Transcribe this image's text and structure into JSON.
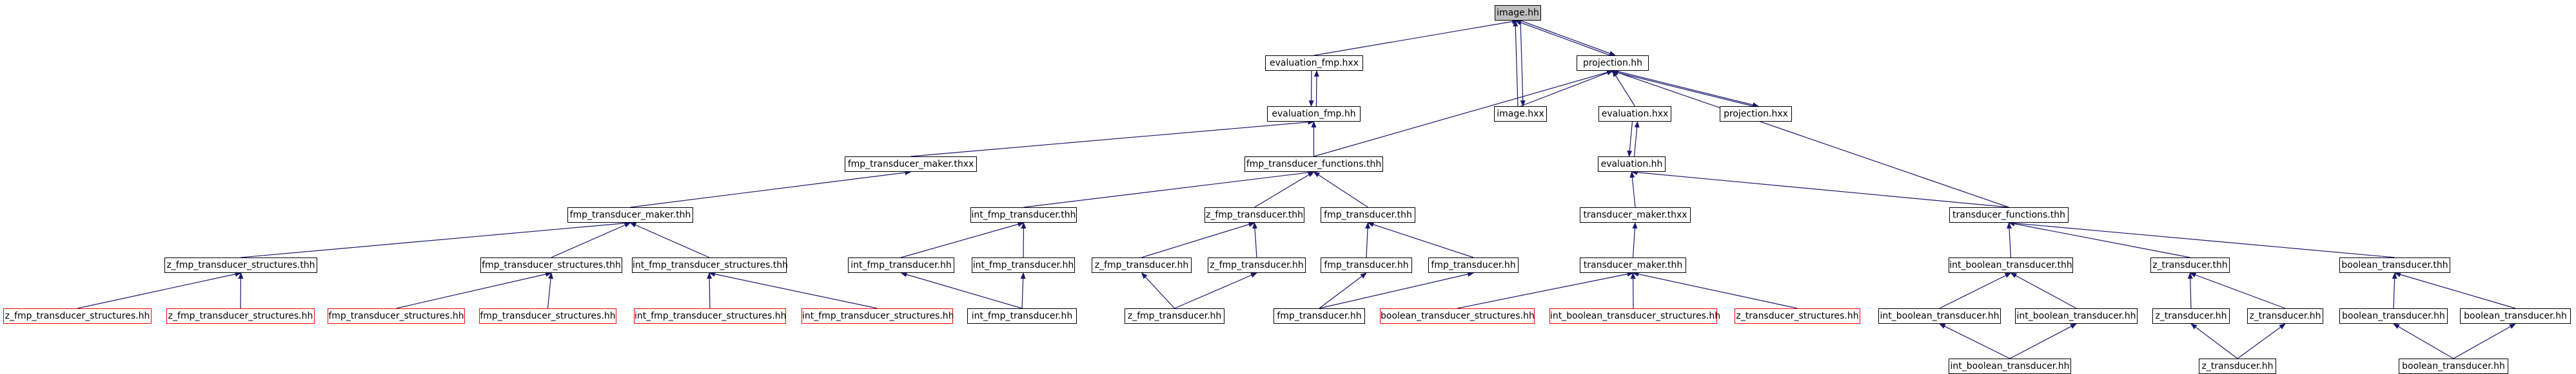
{
  "nodes": [
    {
      "id": "image_hh",
      "label": "image.hh",
      "highlight": true
    },
    {
      "id": "evaluation_fmp_hxx",
      "label": "evaluation_fmp.hxx"
    },
    {
      "id": "projection_hh",
      "label": "projection.hh"
    },
    {
      "id": "evaluation_fmp_hh",
      "label": "evaluation_fmp.hh"
    },
    {
      "id": "image_hxx",
      "label": "image.hxx"
    },
    {
      "id": "evaluation_hxx",
      "label": "evaluation.hxx"
    },
    {
      "id": "projection_hxx",
      "label": "projection.hxx"
    },
    {
      "id": "fmp_transducer_maker_thxx",
      "label": "fmp_transducer_maker.thxx"
    },
    {
      "id": "fmp_transducer_functions_thh",
      "label": "fmp_transducer_functions.thh"
    },
    {
      "id": "evaluation_hh",
      "label": "evaluation.hh"
    },
    {
      "id": "fmp_transducer_maker_thh",
      "label": "fmp_transducer_maker.thh"
    },
    {
      "id": "int_fmp_transducer_thh",
      "label": "int_fmp_transducer.thh"
    },
    {
      "id": "z_fmp_transducer_thh",
      "label": "z_fmp_transducer.thh"
    },
    {
      "id": "fmp_transducer_thh",
      "label": "fmp_transducer.thh"
    },
    {
      "id": "transducer_maker_thxx",
      "label": "transducer_maker.thxx"
    },
    {
      "id": "transducer_functions_thh",
      "label": "transducer_functions.thh"
    },
    {
      "id": "z_fmp_transducer_structures_thh",
      "label": "z_fmp_transducer_structures.thh"
    },
    {
      "id": "fmp_transducer_structures_thh",
      "label": "fmp_transducer_structures.thh"
    },
    {
      "id": "int_fmp_transducer_structures_thh",
      "label": "int_fmp_transducer_structures.thh"
    },
    {
      "id": "int_fmp_transducer_hh_a",
      "label": "int_fmp_transducer.hh"
    },
    {
      "id": "int_fmp_transducer_hh_b",
      "label": "int_fmp_transducer.hh"
    },
    {
      "id": "z_fmp_transducer_hh_a",
      "label": "z_fmp_transducer.hh"
    },
    {
      "id": "z_fmp_transducer_hh_b",
      "label": "z_fmp_transducer.hh"
    },
    {
      "id": "fmp_transducer_hh_a",
      "label": "fmp_transducer.hh"
    },
    {
      "id": "fmp_transducer_hh_b",
      "label": "fmp_transducer.hh"
    },
    {
      "id": "transducer_maker_thh",
      "label": "transducer_maker.thh"
    },
    {
      "id": "int_boolean_transducer_thh",
      "label": "int_boolean_transducer.thh"
    },
    {
      "id": "z_transducer_thh",
      "label": "z_transducer.thh"
    },
    {
      "id": "boolean_transducer_thh",
      "label": "boolean_transducer.thh"
    },
    {
      "id": "z_fmp_transducer_structures_hh_1",
      "label": "z_fmp_transducer_structures.hh",
      "external": true
    },
    {
      "id": "z_fmp_transducer_structures_hh_2",
      "label": "z_fmp_transducer_structures.hh",
      "external": true
    },
    {
      "id": "fmp_transducer_structures_hh_1",
      "label": "fmp_transducer_structures.hh",
      "external": true
    },
    {
      "id": "fmp_transducer_structures_hh_2",
      "label": "fmp_transducer_structures.hh",
      "external": true
    },
    {
      "id": "int_fmp_transducer_structures_hh_1",
      "label": "int_fmp_transducer_structures.hh",
      "external": true
    },
    {
      "id": "int_fmp_transducer_structures_hh_2",
      "label": "int_fmp_transducer_structures.hh",
      "external": true
    },
    {
      "id": "int_fmp_transducer_hh_c",
      "label": "int_fmp_transducer.hh"
    },
    {
      "id": "z_fmp_transducer_hh_c",
      "label": "z_fmp_transducer.hh"
    },
    {
      "id": "fmp_transducer_hh_c",
      "label": "fmp_transducer.hh"
    },
    {
      "id": "boolean_transducer_structures_hh",
      "label": "boolean_transducer_structures.hh",
      "external": true
    },
    {
      "id": "int_boolean_transducer_structures_hh",
      "label": "int_boolean_transducer_structures.hh",
      "external": true
    },
    {
      "id": "z_transducer_structures_hh",
      "label": "z_transducer_structures.hh",
      "external": true
    },
    {
      "id": "int_boolean_transducer_hh_a",
      "label": "int_boolean_transducer.hh"
    },
    {
      "id": "int_boolean_transducer_hh_b",
      "label": "int_boolean_transducer.hh"
    },
    {
      "id": "z_transducer_hh_a",
      "label": "z_transducer.hh"
    },
    {
      "id": "z_transducer_hh_b",
      "label": "z_transducer.hh"
    },
    {
      "id": "boolean_transducer_hh_a",
      "label": "boolean_transducer.hh"
    },
    {
      "id": "boolean_transducer_hh_b",
      "label": "boolean_transducer.hh"
    },
    {
      "id": "int_boolean_transducer_hh_c",
      "label": "int_boolean_transducer.hh"
    },
    {
      "id": "z_transducer_hh_c",
      "label": "z_transducer.hh"
    },
    {
      "id": "boolean_transducer_hh_c",
      "label": "boolean_transducer.hh"
    }
  ],
  "edges": [
    [
      "image_hh",
      "evaluation_fmp_hxx"
    ],
    [
      "image_hh",
      "projection_hh"
    ],
    [
      "image_hh",
      "image_hxx"
    ],
    [
      "projection_hh",
      "image_hh"
    ],
    [
      "image_hxx",
      "image_hh"
    ],
    [
      "evaluation_fmp_hxx",
      "evaluation_fmp_hh"
    ],
    [
      "evaluation_fmp_hh",
      "evaluation_fmp_hxx"
    ],
    [
      "projection_hh",
      "image_hxx"
    ],
    [
      "projection_hh",
      "evaluation_hxx"
    ],
    [
      "projection_hh",
      "projection_hxx"
    ],
    [
      "projection_hxx",
      "projection_hh"
    ],
    [
      "projection_hh",
      "fmp_transducer_functions_thh"
    ],
    [
      "projection_hh",
      "transducer_functions_thh"
    ],
    [
      "evaluation_fmp_hh",
      "fmp_transducer_maker_thxx"
    ],
    [
      "evaluation_fmp_hh",
      "fmp_transducer_functions_thh"
    ],
    [
      "evaluation_hxx",
      "evaluation_hh"
    ],
    [
      "evaluation_hh",
      "evaluation_hxx"
    ],
    [
      "evaluation_hh",
      "transducer_maker_thxx"
    ],
    [
      "evaluation_hh",
      "transducer_functions_thh"
    ],
    [
      "fmp_transducer_maker_thxx",
      "fmp_transducer_maker_thh"
    ],
    [
      "fmp_transducer_functions_thh",
      "int_fmp_transducer_thh"
    ],
    [
      "fmp_transducer_functions_thh",
      "z_fmp_transducer_thh"
    ],
    [
      "fmp_transducer_functions_thh",
      "fmp_transducer_thh"
    ],
    [
      "fmp_transducer_maker_thh",
      "z_fmp_transducer_structures_thh"
    ],
    [
      "fmp_transducer_maker_thh",
      "fmp_transducer_structures_thh"
    ],
    [
      "fmp_transducer_maker_thh",
      "int_fmp_transducer_structures_thh"
    ],
    [
      "z_fmp_transducer_structures_thh",
      "z_fmp_transducer_structures_hh_1"
    ],
    [
      "z_fmp_transducer_structures_thh",
      "z_fmp_transducer_structures_hh_2"
    ],
    [
      "fmp_transducer_structures_thh",
      "fmp_transducer_structures_hh_1"
    ],
    [
      "fmp_transducer_structures_thh",
      "fmp_transducer_structures_hh_2"
    ],
    [
      "int_fmp_transducer_structures_thh",
      "int_fmp_transducer_structures_hh_1"
    ],
    [
      "int_fmp_transducer_structures_thh",
      "int_fmp_transducer_structures_hh_2"
    ],
    [
      "int_fmp_transducer_thh",
      "int_fmp_transducer_hh_a"
    ],
    [
      "int_fmp_transducer_thh",
      "int_fmp_transducer_hh_b"
    ],
    [
      "int_fmp_transducer_hh_a",
      "int_fmp_transducer_hh_c"
    ],
    [
      "int_fmp_transducer_hh_b",
      "int_fmp_transducer_hh_c"
    ],
    [
      "z_fmp_transducer_thh",
      "z_fmp_transducer_hh_a"
    ],
    [
      "z_fmp_transducer_thh",
      "z_fmp_transducer_hh_b"
    ],
    [
      "z_fmp_transducer_hh_a",
      "z_fmp_transducer_hh_c"
    ],
    [
      "z_fmp_transducer_hh_b",
      "z_fmp_transducer_hh_c"
    ],
    [
      "fmp_transducer_thh",
      "fmp_transducer_hh_a"
    ],
    [
      "fmp_transducer_thh",
      "fmp_transducer_hh_b"
    ],
    [
      "fmp_transducer_hh_a",
      "fmp_transducer_hh_c"
    ],
    [
      "fmp_transducer_hh_b",
      "fmp_transducer_hh_c"
    ],
    [
      "transducer_maker_thxx",
      "transducer_maker_thh"
    ],
    [
      "transducer_maker_thh",
      "boolean_transducer_structures_hh"
    ],
    [
      "transducer_maker_thh",
      "int_boolean_transducer_structures_hh"
    ],
    [
      "transducer_maker_thh",
      "z_transducer_structures_hh"
    ],
    [
      "transducer_functions_thh",
      "int_boolean_transducer_thh"
    ],
    [
      "transducer_functions_thh",
      "z_transducer_thh"
    ],
    [
      "transducer_functions_thh",
      "boolean_transducer_thh"
    ],
    [
      "int_boolean_transducer_thh",
      "int_boolean_transducer_hh_a"
    ],
    [
      "int_boolean_transducer_thh",
      "int_boolean_transducer_hh_b"
    ],
    [
      "int_boolean_transducer_hh_a",
      "int_boolean_transducer_hh_c"
    ],
    [
      "int_boolean_transducer_hh_b",
      "int_boolean_transducer_hh_c"
    ],
    [
      "z_transducer_thh",
      "z_transducer_hh_a"
    ],
    [
      "z_transducer_thh",
      "z_transducer_hh_b"
    ],
    [
      "z_transducer_hh_a",
      "z_transducer_hh_c"
    ],
    [
      "z_transducer_hh_b",
      "z_transducer_hh_c"
    ],
    [
      "boolean_transducer_thh",
      "boolean_transducer_hh_a"
    ],
    [
      "boolean_transducer_thh",
      "boolean_transducer_hh_b"
    ],
    [
      "boolean_transducer_hh_a",
      "boolean_transducer_hh_c"
    ],
    [
      "boolean_transducer_hh_b",
      "boolean_transducer_hh_c"
    ]
  ],
  "colors": {
    "edge": "#191970",
    "border": "#000000",
    "external_border": "#ff0000",
    "highlight_fill": "#bfbfbf"
  }
}
